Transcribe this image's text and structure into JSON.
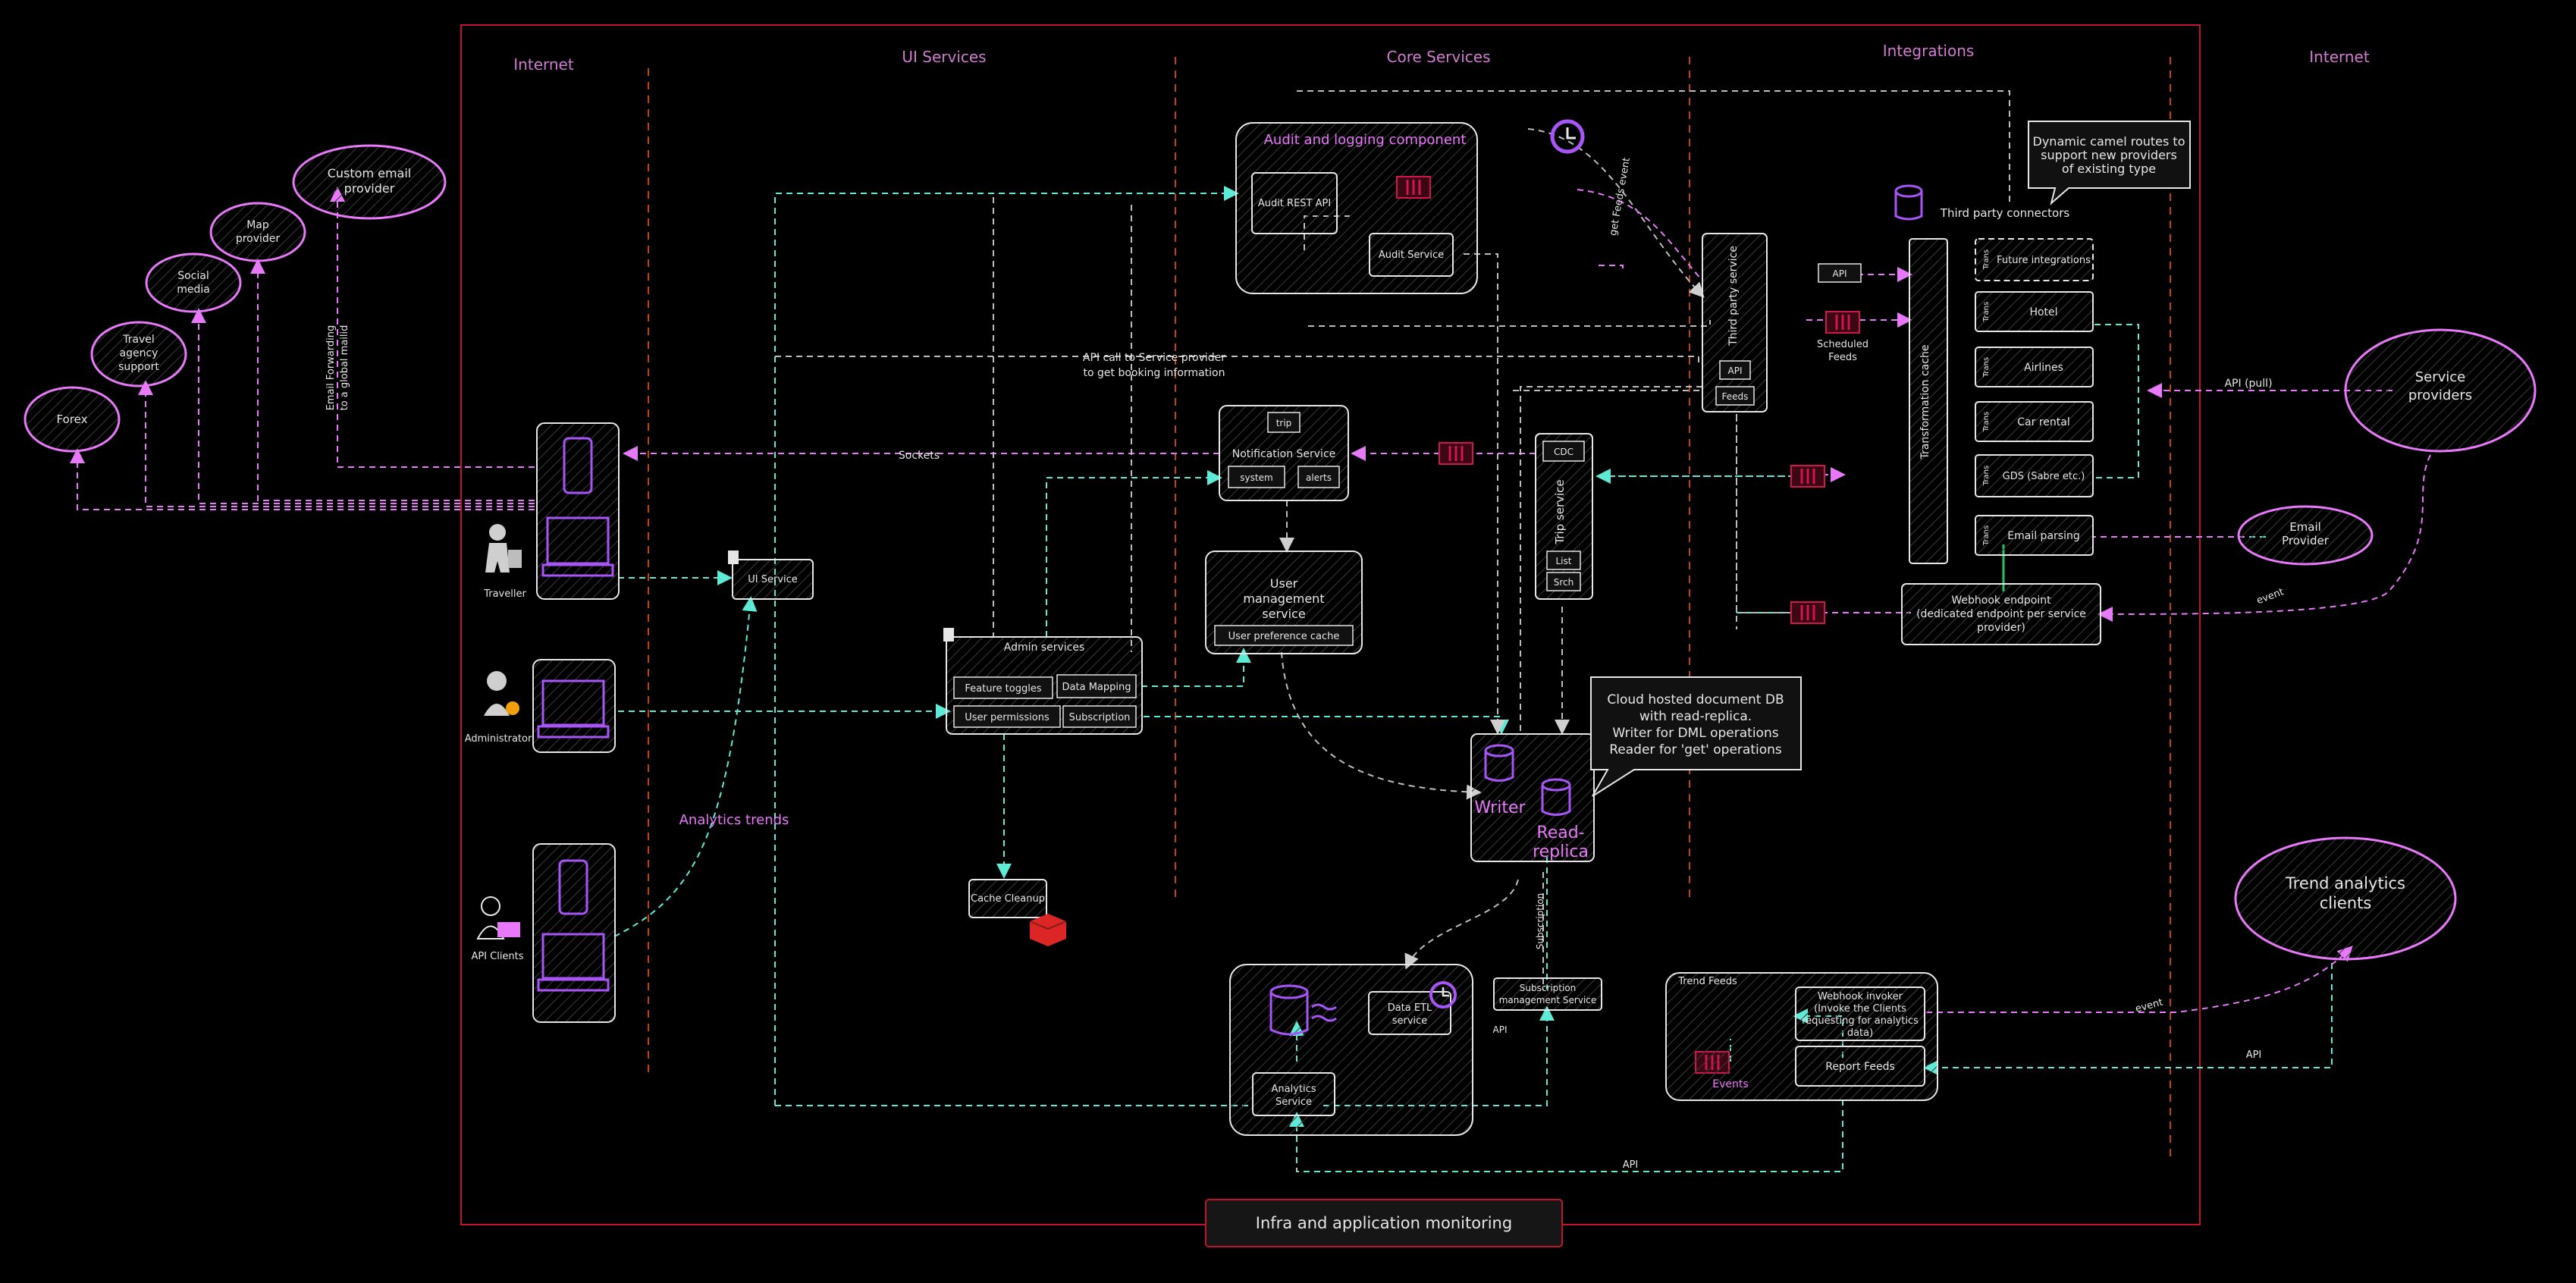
{
  "zones": {
    "internet_left": "Internet",
    "ui_services": "UI Services",
    "core_services": "Core Services",
    "integrations": "Integrations",
    "internet_right": "Internet"
  },
  "clouds": {
    "forex": "Forex",
    "travel_agency": [
      "Travel",
      "agency",
      "support"
    ],
    "social_media": [
      "Social",
      "media"
    ],
    "map_provider": [
      "Map",
      "provider"
    ],
    "custom_email": [
      "Custom email",
      "provider"
    ],
    "service_providers": [
      "Service",
      "providers"
    ],
    "email_provider": [
      "Email",
      "Provider"
    ],
    "trend_clients": [
      "Trend analytics",
      "clients"
    ]
  },
  "actors": {
    "traveller": "Traveller",
    "administrator": "Administrator",
    "api_clients": "API Clients"
  },
  "services": {
    "ui_service": "UI Service",
    "audit_component": "Audit and logging component",
    "audit_rest_api": "Audit REST API",
    "audit_service": "Audit Service",
    "notification": {
      "title": "Notification Service",
      "trip": "trip",
      "system": "system",
      "alerts": "alerts"
    },
    "user_mgmt": {
      "title": [
        "User",
        "management",
        "service"
      ],
      "cache": "User preference cache"
    },
    "admin": {
      "title": "Admin services",
      "feature_toggles": "Feature toggles",
      "data_mapping": "Data Mapping",
      "user_permissions": "User permissions",
      "subscription": "Subscription"
    },
    "cache_cleanup": "Cache Cleanup",
    "trip_service": {
      "title": "Trip service",
      "cdc": "CDC",
      "list": "List",
      "srch": "Srch"
    },
    "third_party": {
      "title": "Third party service",
      "api": "API",
      "feeds": "Feeds"
    },
    "db": {
      "writer": "Writer",
      "read_replica": [
        "Read-",
        "replica"
      ]
    },
    "data_etl": [
      "Data ETL",
      "service"
    ],
    "analytics_service": [
      "Analytics",
      "Service"
    ],
    "subscription_mgmt": [
      "Subscription",
      "management Service"
    ],
    "trend_feeds": "Trend Feeds",
    "webhook_invoker": [
      "Webhook invoker",
      "(Invoke the Clients",
      "requesting for analytics",
      "data)"
    ],
    "report_feeds": "Report Feeds",
    "events": "Events",
    "third_party_connectors": "Third party connectors",
    "transformation_cache": "Transformation cache",
    "connectors": [
      "Future integrations",
      "Hotel",
      "Airlines",
      "Car rental",
      "GDS (Sabre etc.)",
      "Email parsing"
    ],
    "connector_tag": "Trans",
    "webhook_endpoint": [
      "Webhook endpoint",
      "(dedicated endpoint per service",
      "provider)"
    ],
    "infra": "Infra and application monitoring"
  },
  "callouts": {
    "dynamic_camel": [
      "Dynamic camel routes to",
      "support new providers",
      "of existing type"
    ],
    "cloud_db": [
      "Cloud hosted document DB",
      "with read-replica.",
      "Writer for DML operations",
      "Reader for 'get' operations"
    ]
  },
  "edge_labels": {
    "sockets": "Sockets",
    "api_call": [
      "API call to Service provider",
      "to get booking information"
    ],
    "email_forwarding": [
      "Email Forwarding",
      "to a global mailid"
    ],
    "get_feeds_event": "get Feeds event",
    "api": "API",
    "scheduled_feeds": [
      "Scheduled",
      "Feeds"
    ],
    "api_pull": "API (pull)",
    "event": "event",
    "analytics_trends": "Analytics trends",
    "subscription": "Subscription",
    "api_bottom": "API"
  },
  "colors": {
    "background": "#000000",
    "frame": "#c0152f",
    "zone_divider": "#c2410c",
    "pink": "#e879f9",
    "cyan": "#5eead4",
    "purple": "#a855f7",
    "queue": "#d0164e",
    "box_stroke": "#e6e6e6"
  }
}
